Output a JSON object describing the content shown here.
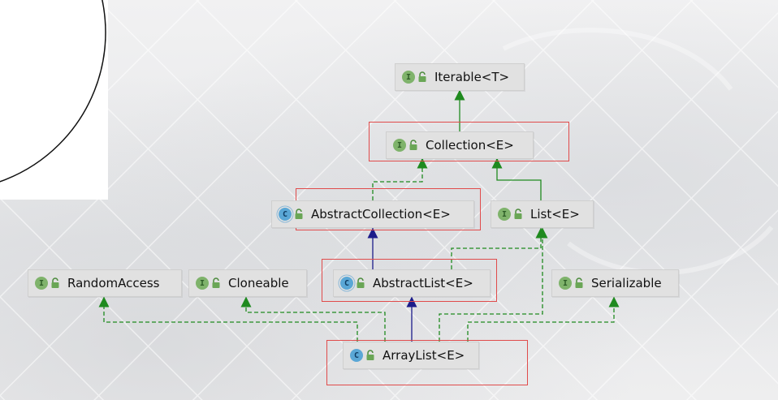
{
  "nodes": {
    "iterable": {
      "name": "Iterable<T>",
      "kind": "I",
      "icon": "interface-icon"
    },
    "collection": {
      "name": "Collection<E>",
      "kind": "I",
      "icon": "interface-icon"
    },
    "abstract_collection": {
      "name": "AbstractCollection<E>",
      "kind": "C",
      "icon": "abstract-class-icon"
    },
    "list": {
      "name": "List<E>",
      "kind": "I",
      "icon": "interface-icon"
    },
    "random_access": {
      "name": "RandomAccess",
      "kind": "I",
      "icon": "interface-icon"
    },
    "cloneable": {
      "name": "Cloneable",
      "kind": "I",
      "icon": "interface-icon"
    },
    "abstract_list": {
      "name": "AbstractList<E>",
      "kind": "C",
      "icon": "abstract-class-icon"
    },
    "serializable": {
      "name": "Serializable",
      "kind": "I",
      "icon": "interface-icon"
    },
    "array_list": {
      "name": "ArrayList<E>",
      "kind": "C",
      "icon": "class-icon"
    }
  },
  "colors": {
    "extends_interface": "#1f8a1f",
    "extends_class": "#1c1c8a",
    "implements": "#1f8a1f",
    "highlight": "#e04b4b",
    "node_fill": "#e1e1e1"
  }
}
